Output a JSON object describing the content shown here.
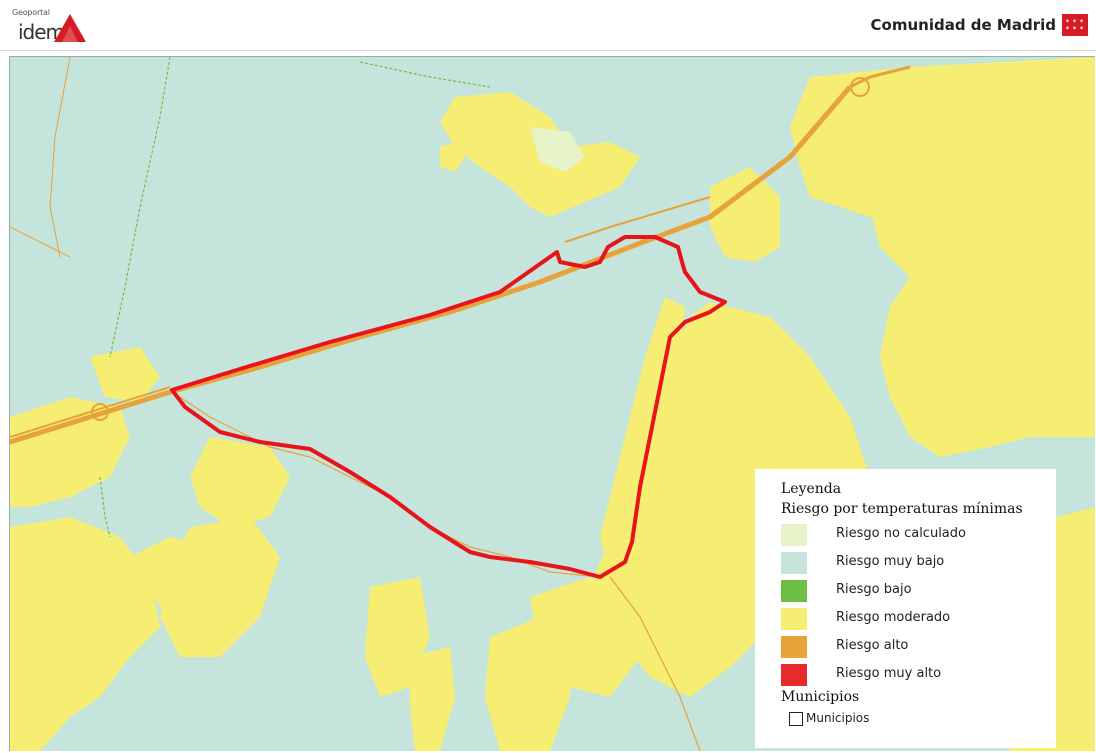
{
  "header": {
    "logo_small": "Geoportal",
    "logo_text": "idem",
    "brand": "Comunidad de Madrid"
  },
  "colors": {
    "risk_not_calculated": "#e6f2c8",
    "risk_very_low": "#c5e5dc",
    "risk_low": "#6dbe45",
    "risk_moderate": "#f5ee72",
    "risk_high": "#e8a23a",
    "risk_very_high": "#e52b2b",
    "boundary": "#e8131b",
    "road": "#e8a23a",
    "brand_red": "#d61b24"
  },
  "legend": {
    "title": "Leyenda",
    "subtitle": "Riesgo por temperaturas mínimas",
    "items": [
      {
        "label": "Riesgo no calculado",
        "color": "#e6f2c8"
      },
      {
        "label": "Riesgo muy bajo",
        "color": "#c5e5dc"
      },
      {
        "label": "Riesgo bajo",
        "color": "#6dbe45"
      },
      {
        "label": "Riesgo moderado",
        "color": "#f5ee72"
      },
      {
        "label": "Riesgo alto",
        "color": "#e8a23a"
      },
      {
        "label": "Riesgo muy alto",
        "color": "#e52b2b"
      }
    ],
    "section": "Municipios",
    "checkbox_label": "Municipios",
    "checkbox_checked": false
  }
}
